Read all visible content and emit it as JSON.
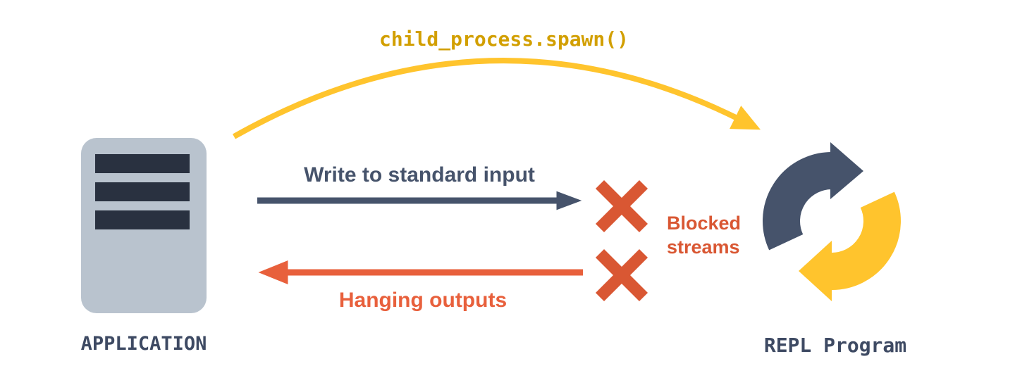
{
  "colors": {
    "background": "#FFFFFF",
    "slate": "#46536B",
    "slate_text": "#3E4A63",
    "yellow": "#FFC42D",
    "gold_text": "#D29F00",
    "orange": "#E8603C",
    "x_mark": "#D95733",
    "server_body": "#B9C3CE",
    "server_slot": "#293140"
  },
  "nodes": {
    "application": {
      "label": "APPLICATION"
    },
    "repl": {
      "label": "REPL Program"
    }
  },
  "arrows": {
    "spawn": {
      "label": "child_process.spawn()"
    },
    "stdin": {
      "label": "Write to standard input"
    },
    "outputs": {
      "label": "Hanging outputs"
    }
  },
  "annotations": {
    "blocked": {
      "label": "Blocked streams"
    }
  }
}
